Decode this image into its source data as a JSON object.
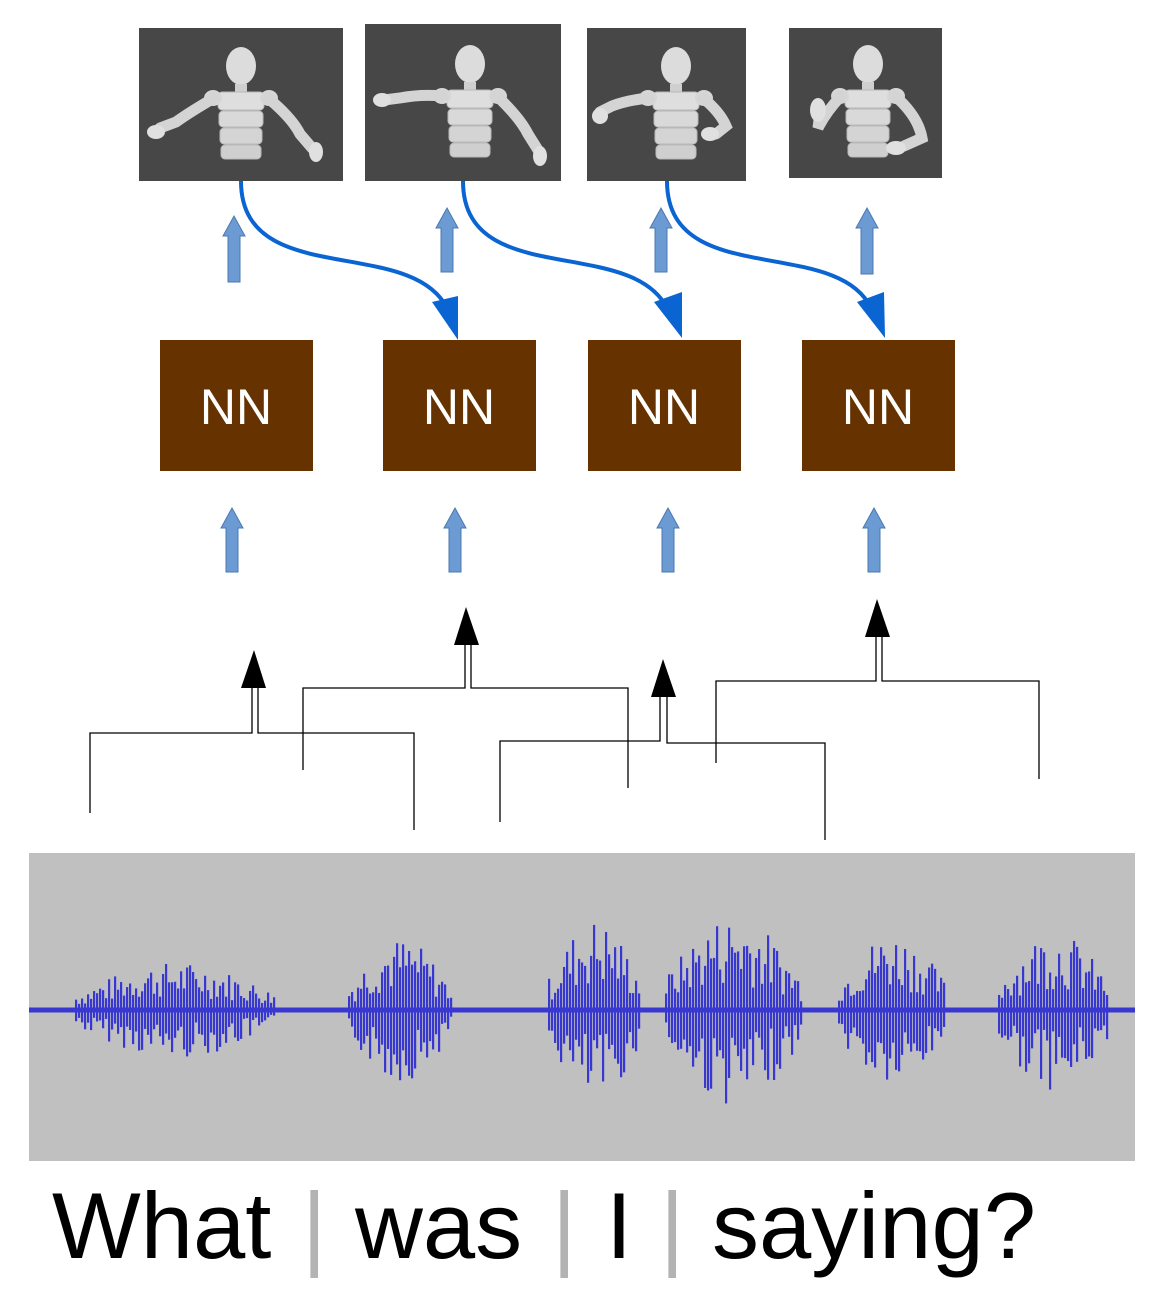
{
  "diagram": {
    "node_label": "NN",
    "node_count": 4,
    "frame_count": 4,
    "transcript": {
      "words": [
        "What",
        "was",
        "I",
        "saying?"
      ],
      "separator": "|"
    },
    "colors": {
      "nn_box": "#663300",
      "nn_text": "#ffffff",
      "frame_bg": "#474747",
      "avatar": "#d9d9d9",
      "up_arrow_fill": "#6b9bd2",
      "up_arrow_stroke": "#4a78b0",
      "recurrent_arrow": "#0a64d2",
      "bracket_line": "#000000",
      "waveform_bg": "#c0c0c0",
      "waveform": "#3838d0",
      "separator": "#b3b3b3"
    },
    "icons": {
      "frame": "avatar-gesture-icon",
      "up": "up-arrow-icon",
      "recurrent": "recurrent-arrow-icon",
      "waveform": "audio-waveform-icon"
    }
  }
}
